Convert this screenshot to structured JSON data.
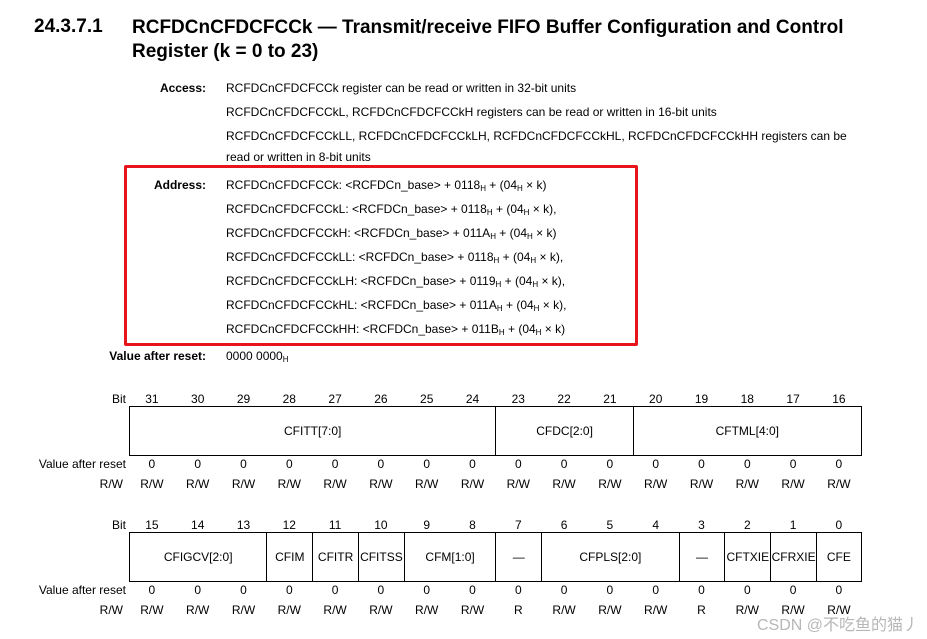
{
  "section": {
    "number": "24.3.7.1",
    "title": "RCFDCnCFDCFCCk — Transmit/receive FIFO Buffer Configuration and Control Register (k = 0 to 23)"
  },
  "access": {
    "label": "Access:",
    "lines": [
      "RCFDCnCFDCFCCk register can be read or written in 32-bit units",
      "RCFDCnCFDCFCCkL, RCFDCnCFDCFCCkH registers can be read or written in 16-bit units",
      "RCFDCnCFDCFCCkLL, RCFDCnCFDCFCCkLH, RCFDCnCFDCFCCkHL, RCFDCnCFDCFCCkHH registers can be",
      "read or written in 8-bit units"
    ]
  },
  "address": {
    "label": "Address:",
    "lines": [
      {
        "pre": "RCFDCnCFDCFCCk: <RCFDCn_base> + 0118",
        "sub1": "H",
        "mid": " + (04",
        "sub2": "H",
        "post": " × k)"
      },
      {
        "pre": "RCFDCnCFDCFCCkL: <RCFDCn_base> + 0118",
        "sub1": "H",
        "mid": " + (04",
        "sub2": "H",
        "post": " × k),"
      },
      {
        "pre": "RCFDCnCFDCFCCkH: <RCFDCn_base> + 011A",
        "sub1": "H",
        "mid": " + (04",
        "sub2": "H",
        "post": " × k)"
      },
      {
        "pre": "RCFDCnCFDCFCCkLL: <RCFDCn_base> + 0118",
        "sub1": "H",
        "mid": " + (04",
        "sub2": "H",
        "post": " × k),"
      },
      {
        "pre": "RCFDCnCFDCFCCkLH: <RCFDCn_base> + 0119",
        "sub1": "H",
        "mid": " + (04",
        "sub2": "H",
        "post": " × k),"
      },
      {
        "pre": "RCFDCnCFDCFCCkHL: <RCFDCn_base> + 011A",
        "sub1": "H",
        "mid": " + (04",
        "sub2": "H",
        "post": " × k),"
      },
      {
        "pre": "RCFDCnCFDCFCCkHH: <RCFDCn_base> + 011B",
        "sub1": "H",
        "mid": " + (04",
        "sub2": "H",
        "post": " × k)"
      }
    ]
  },
  "reset": {
    "label": "Value after reset:",
    "value": "0000 0000",
    "sub": "H"
  },
  "row_labels": {
    "bit": "Bit",
    "reset": "Value after reset",
    "rw": "R/W"
  },
  "upper": {
    "bits": [
      "31",
      "30",
      "29",
      "28",
      "27",
      "26",
      "25",
      "24",
      "23",
      "22",
      "21",
      "20",
      "19",
      "18",
      "17",
      "16"
    ],
    "fields": [
      {
        "name": "CFITT[7:0]",
        "span": 8
      },
      {
        "name": "CFDC[2:0]",
        "span": 3
      },
      {
        "name": "CFTML[4:0]",
        "span": 5
      }
    ],
    "reset": [
      "0",
      "0",
      "0",
      "0",
      "0",
      "0",
      "0",
      "0",
      "0",
      "0",
      "0",
      "0",
      "0",
      "0",
      "0",
      "0"
    ],
    "rw": [
      "R/W",
      "R/W",
      "R/W",
      "R/W",
      "R/W",
      "R/W",
      "R/W",
      "R/W",
      "R/W",
      "R/W",
      "R/W",
      "R/W",
      "R/W",
      "R/W",
      "R/W",
      "R/W"
    ]
  },
  "lower": {
    "bits": [
      "15",
      "14",
      "13",
      "12",
      "11",
      "10",
      "9",
      "8",
      "7",
      "6",
      "5",
      "4",
      "3",
      "2",
      "1",
      "0"
    ],
    "fields": [
      {
        "name": "CFIGCV[2:0]",
        "span": 3
      },
      {
        "name": "CFIM",
        "span": 1
      },
      {
        "name": "CFITR",
        "span": 1
      },
      {
        "name": "CFITSS",
        "span": 1
      },
      {
        "name": "CFM[1:0]",
        "span": 2
      },
      {
        "name": "—",
        "span": 1
      },
      {
        "name": "CFPLS[2:0]",
        "span": 3
      },
      {
        "name": "—",
        "span": 1
      },
      {
        "name": "CFTXIE",
        "span": 1
      },
      {
        "name": "CFRXIE",
        "span": 1
      },
      {
        "name": "CFE",
        "span": 1
      }
    ],
    "reset": [
      "0",
      "0",
      "0",
      "0",
      "0",
      "0",
      "0",
      "0",
      "0",
      "0",
      "0",
      "0",
      "0",
      "0",
      "0",
      "0"
    ],
    "rw": [
      "R/W",
      "R/W",
      "R/W",
      "R/W",
      "R/W",
      "R/W",
      "R/W",
      "R/W",
      "R",
      "R/W",
      "R/W",
      "R/W",
      "R",
      "R/W",
      "R/W",
      "R/W"
    ]
  },
  "watermark": "CSDN @不吃鱼的猫丿"
}
